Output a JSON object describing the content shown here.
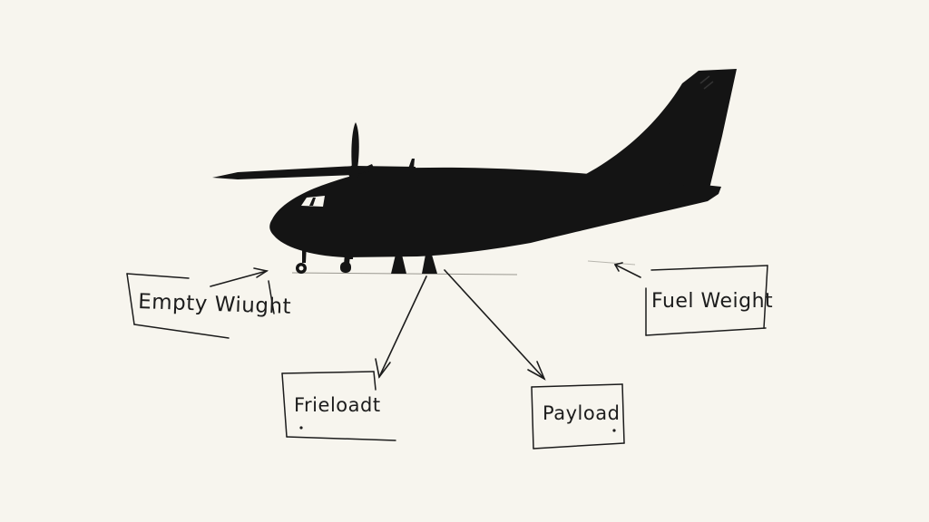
{
  "diagram": {
    "labels": {
      "empty_weight": "Empty Wiught",
      "fuel_weight": "Fuel Weight",
      "fuel_load": "Frieloadt",
      "payload": "Payload"
    },
    "colors": {
      "background": "#f7f5ee",
      "ink": "#1c1c1c",
      "aircraft": "#141414"
    }
  }
}
